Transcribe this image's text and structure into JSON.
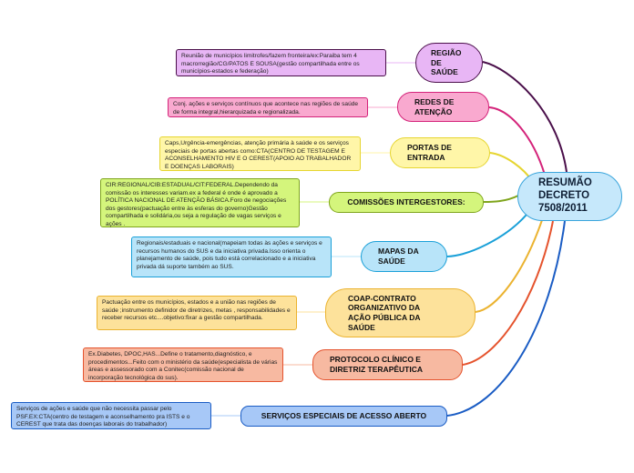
{
  "center": {
    "label": "RESUMÃO\nDECRETO\n7508/2011"
  },
  "branches": [
    {
      "label": "REGIÃO\nDE\nSAÚDE",
      "color": "#4a0f4a",
      "fill": "#e8b6f5",
      "note": "Reunião de municípios limitrofes/fazem fronteira/ex:Paraiba tem 4 macrorregião/CG/PATOS E SOUSA(gestão compartilhada entre os municípios-estados e federação)"
    },
    {
      "label": "REDES DE\nATENÇÃO",
      "color": "#d4237a",
      "fill": "#f9a9cf",
      "note": "Conj. ações e serviços contínuos que acontece nas regiões de saúde de forma integral,hierarquizada e regionalizada."
    },
    {
      "label": "PORTAS DE\nENTRADA",
      "color": "#e6d530",
      "fill": "#fff6a8",
      "note": "Caps,Urgência-emergências, atenção primária à saúde e os serviços especiais de portas abertas como:CTA(CENTRO DE TESTAGEM E ACONSELHAMENTO HIV E O CEREST(APOIO AO TRABALHADOR E DOENÇAS LABORAIS)"
    },
    {
      "label": "COMISSÕES INTERGESTORES:",
      "color": "#7fa51c",
      "fill": "#d4f57c",
      "note": "CIR:REGIONAL/CIB:ESTADUAL/CIT:FEDERAL.Dependendo da comissão os interesses variam.ex a federal é onde é aprovado a POLÍTICA NACIONAL DE ATENÇÃO BÁSICA.Foro de negociações dos gestores(pactuação entre às esferas do governo)Gestão compartilhada e solidária,ou seja a regulação de vagas serviços e ações ."
    },
    {
      "label": "MAPAS DA\nSAÚDE",
      "color": "#1aa0d8",
      "fill": "#b8e4f9",
      "note": "Regionais/estaduais e nacional(mapeiam todas às ações e serviços e recursos humanos do SUS e da iniciativa privada.Isso orienta o planejamento de saúde, pois tudo está correlacionado e a iniciativa privada dá suporte também ao SUS."
    },
    {
      "label": "COAP-CONTRATO\nORGANIZATIVO DA\nAÇÃO PÚBLICA DA\nSAÚDE",
      "color": "#ebb330",
      "fill": "#fde29b",
      "note": "Pactuação entre os municípios, estados e a união nas regiões de saúde ;instrumento definidor de diretrizes, metas , responsabilidades e receber recursos etc....objetivo:fixar a gestão compartilhada."
    },
    {
      "label": "PROTOCOLO CLÍNICO E\nDIRETRIZ TERAPÊUTICA",
      "color": "#e5532d",
      "fill": "#f7b9a1",
      "note": "Ex.Diabetes, DPOC,HAS...Define o tratamento,diagnóstico, e procedimentos...Feito com o ministério da saúde(especialista de várias áreas e assessorado com a Conitec(comissão nacional de incorporação tecnológica do sus)."
    },
    {
      "label": "SERVIÇOS ESPECIAIS DE ACESSO ABERTO",
      "color": "#1a5cc4",
      "fill": "#a7c8f7",
      "note": "Serviços de ações e saúde que não necessita passar pelo PSF.EX:CTA(centro de testagem e aconselhamento pra ISTS e o CEREST que trata das doenças laborais do trabalhador)"
    }
  ]
}
